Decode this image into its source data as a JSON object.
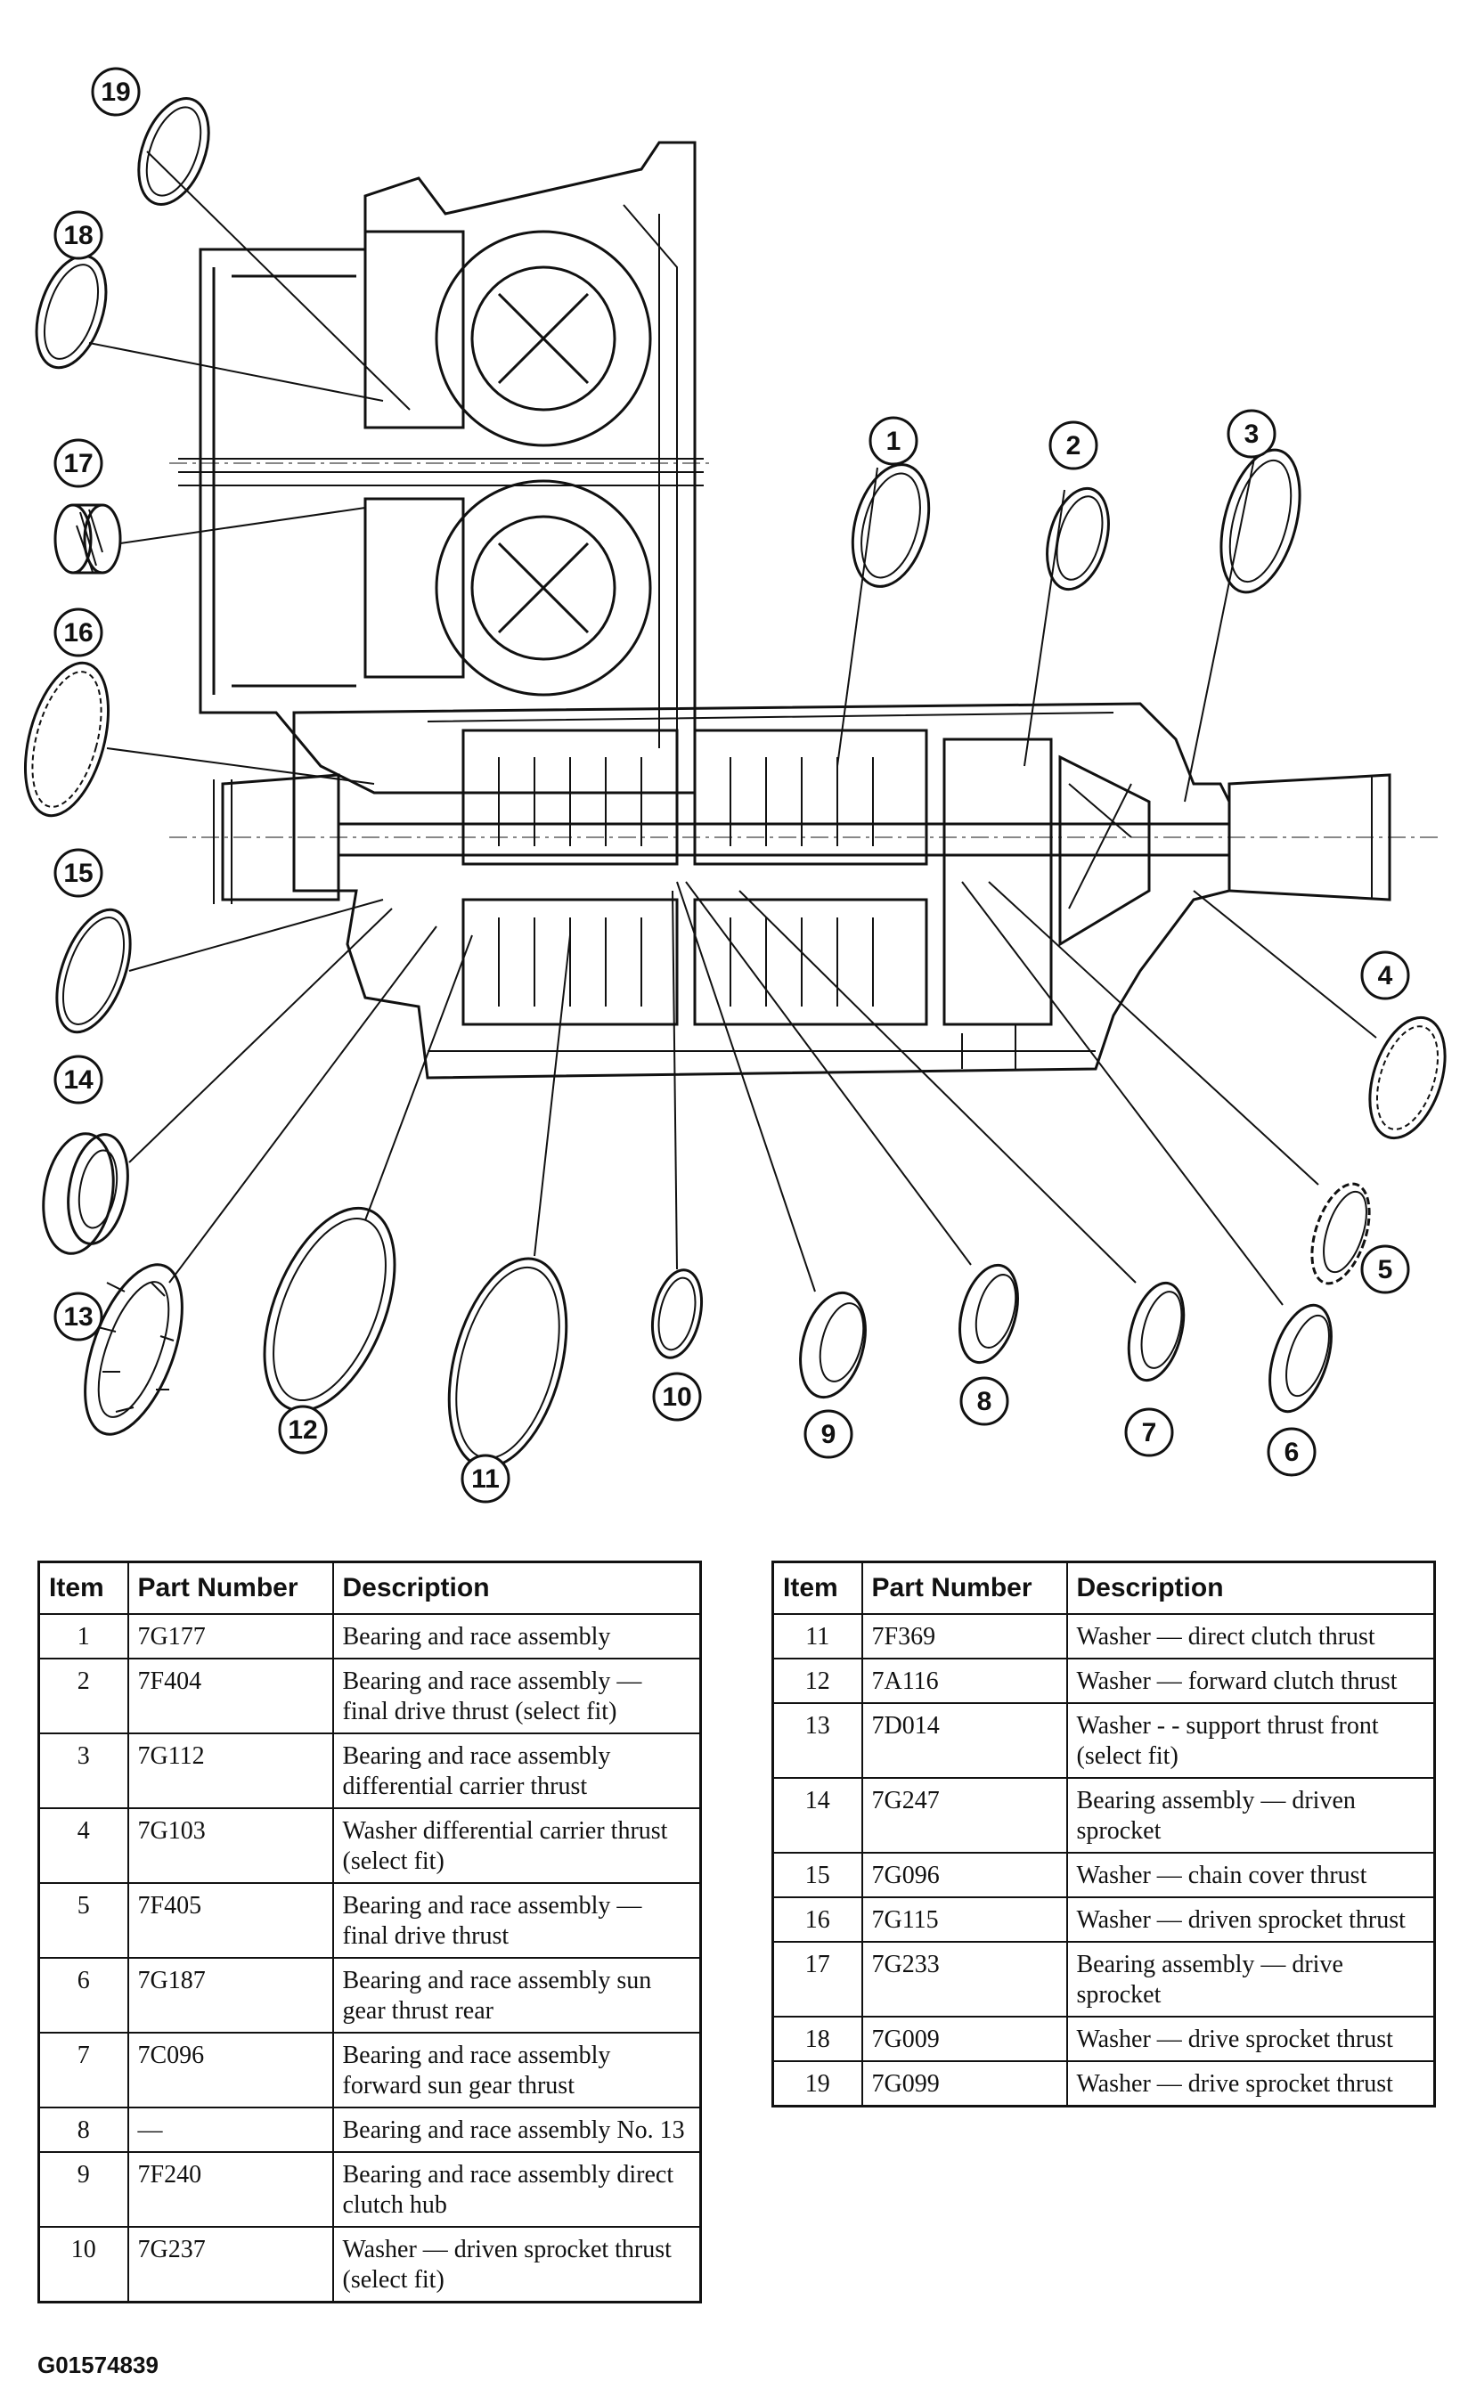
{
  "callouts": [
    "1",
    "2",
    "3",
    "4",
    "5",
    "6",
    "7",
    "8",
    "9",
    "10",
    "11",
    "12",
    "13",
    "14",
    "15",
    "16",
    "17",
    "18",
    "19"
  ],
  "table_headers": {
    "item": "Item",
    "part_number": "Part Number",
    "description": "Description"
  },
  "left_rows": [
    {
      "item": "1",
      "part": "7G177",
      "desc": "Bearing and race assembly"
    },
    {
      "item": "2",
      "part": "7F404",
      "desc": "Bearing and race assembly — final drive thrust (select fit)"
    },
    {
      "item": "3",
      "part": "7G112",
      "desc": "Bearing and race assembly differential carrier thrust"
    },
    {
      "item": "4",
      "part": "7G103",
      "desc": "Washer differential carrier thrust (select fit)"
    },
    {
      "item": "5",
      "part": "7F405",
      "desc": "Bearing and race assembly — final drive thrust"
    },
    {
      "item": "6",
      "part": "7G187",
      "desc": "Bearing and race assembly sun gear thrust rear"
    },
    {
      "item": "7",
      "part": "7C096",
      "desc": "Bearing and race assembly forward sun gear thrust"
    },
    {
      "item": "8",
      "part": "—",
      "desc": "Bearing and race assembly No. 13"
    },
    {
      "item": "9",
      "part": "7F240",
      "desc": "Bearing and race assembly direct clutch hub"
    },
    {
      "item": "10",
      "part": "7G237",
      "desc": "Washer — driven sprocket thrust (select fit)"
    }
  ],
  "right_rows": [
    {
      "item": "11",
      "part": "7F369",
      "desc": "Washer — direct clutch thrust"
    },
    {
      "item": "12",
      "part": "7A116",
      "desc": "Washer — forward clutch thrust"
    },
    {
      "item": "13",
      "part": "7D014",
      "desc": "Washer - - support thrust front (select fit)"
    },
    {
      "item": "14",
      "part": "7G247",
      "desc": "Bearing assembly — driven sprocket"
    },
    {
      "item": "15",
      "part": "7G096",
      "desc": "Washer — chain cover thrust"
    },
    {
      "item": "16",
      "part": "7G115",
      "desc": "Washer — driven sprocket thrust"
    },
    {
      "item": "17",
      "part": "7G233",
      "desc": "Bearing assembly — drive sprocket"
    },
    {
      "item": "18",
      "part": "7G009",
      "desc": "Washer — drive sprocket thrust"
    },
    {
      "item": "19",
      "part": "7G099",
      "desc": "Washer — drive sprocket thrust"
    }
  ],
  "figure_id": "G01574839"
}
